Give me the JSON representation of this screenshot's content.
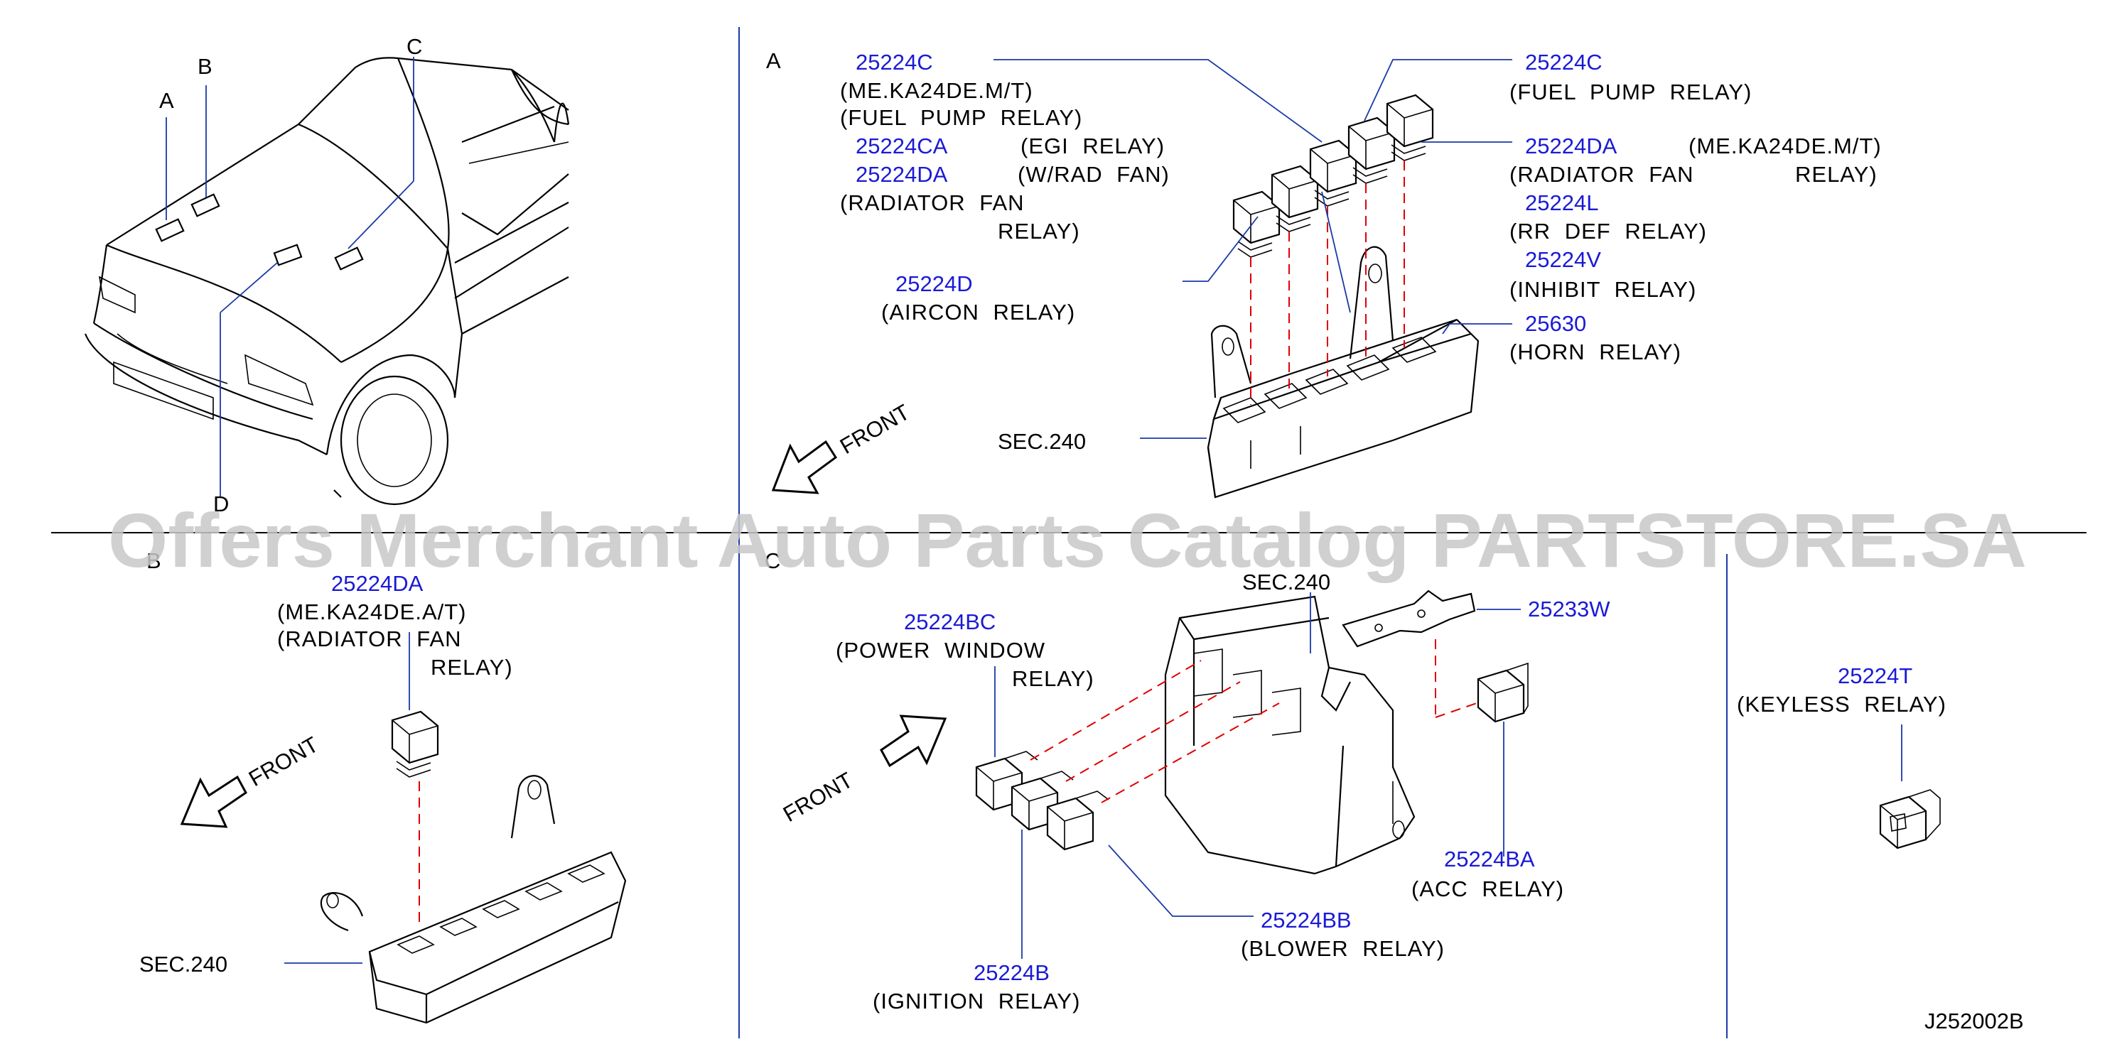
{
  "view_labels": {
    "a": "A",
    "b": "B",
    "c": "C",
    "d": "D"
  },
  "section_labels": {
    "a": "A",
    "b": "B",
    "c": "C"
  },
  "front_label": "FRONT",
  "sec_label": "SEC.240",
  "diagram_code": "J252002B",
  "watermark": "Offers Merchant Auto Parts Catalog PARTSTORE.SA",
  "section_a": {
    "c_left": {
      "part": "25224C",
      "note": "(ME.KA24DE.M/T)",
      "desc": "(FUEL  PUMP  RELAY)"
    },
    "ca": {
      "part": "25224CA",
      "desc": "(EGI  RELAY)"
    },
    "da_left": {
      "part": "25224DA",
      "note": "(W/RAD  FAN)",
      "desc1": "(RADIATOR  FAN",
      "desc2": "RELAY)"
    },
    "d": {
      "part": "25224D",
      "desc": "(AIRCON  RELAY)"
    },
    "c_right": {
      "part": "25224C",
      "desc": "(FUEL  PUMP  RELAY)"
    },
    "da_right": {
      "part": "25224DA",
      "note": "(ME.KA24DE.M/T)",
      "desc1": "(RADIATOR  FAN",
      "desc2": "RELAY)"
    },
    "l": {
      "part": "25224L",
      "desc": "(RR  DEF  RELAY)"
    },
    "v": {
      "part": "25224V",
      "desc": "(INHIBIT  RELAY)"
    },
    "horn": {
      "part": "25630",
      "desc": "(HORN  RELAY)"
    }
  },
  "section_b": {
    "da": {
      "part": "25224DA",
      "note": "(ME.KA24DE.A/T)",
      "desc1": "(RADIATOR  FAN",
      "desc2": "RELAY)"
    }
  },
  "section_c": {
    "bc": {
      "part": "25224BC",
      "desc1": "(POWER  WINDOW",
      "desc2": "RELAY)"
    },
    "w": {
      "part": "25233W"
    },
    "ba": {
      "part": "25224BA",
      "desc": "(ACC  RELAY)"
    },
    "bb": {
      "part": "25224BB",
      "desc": "(BLOWER  RELAY)"
    },
    "b": {
      "part": "25224B",
      "desc": "(IGNITION  RELAY)"
    }
  },
  "section_d": {
    "t": {
      "part": "25224T",
      "desc": "(KEYLESS  RELAY)"
    }
  }
}
